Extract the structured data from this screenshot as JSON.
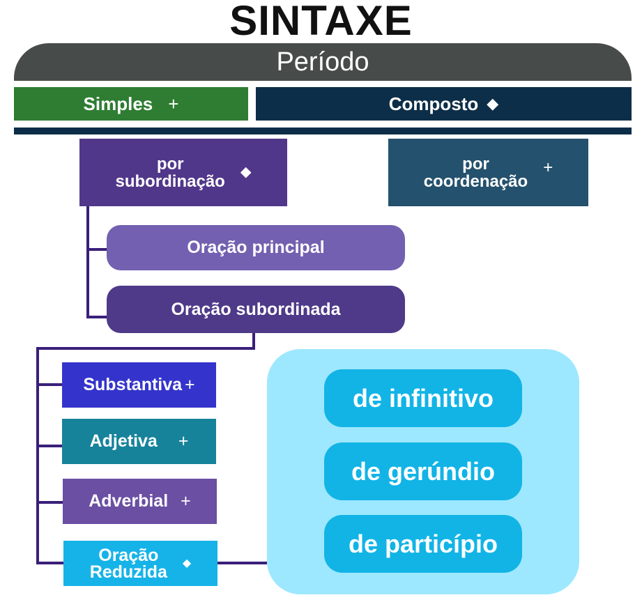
{
  "title": "SINTAXE",
  "root": {
    "label": "Período"
  },
  "branches": {
    "simples": {
      "label": "Simples",
      "icon": "+"
    },
    "composto": {
      "label": "Composto",
      "icon": "◆"
    }
  },
  "composto_children": {
    "subordinacao": {
      "line1": "por",
      "line2": "subordinação",
      "icon": "◆"
    },
    "coordenacao": {
      "line1": "por",
      "line2": "coordenação",
      "icon": "+"
    }
  },
  "oracoes": {
    "principal": "Oração principal",
    "subordinada": "Oração subordinada"
  },
  "subordinada_types": {
    "substantiva": {
      "label": "Substantiva",
      "icon": "+"
    },
    "adjetiva": {
      "label": "Adjetiva",
      "icon": "+"
    },
    "adverbial": {
      "label": "Adverbial",
      "icon": "+"
    },
    "reduzida": {
      "line1": "Oração",
      "line2": "Reduzida",
      "icon": "◆"
    }
  },
  "reduzida_types": [
    "de infinitivo",
    "de gerúndio",
    "de particípio"
  ],
  "colors": {
    "root": "#474b49",
    "simples": "#2e7d32",
    "composto": "#0d2e48",
    "subordinacao": "#51378a",
    "coordenacao": "#24516d",
    "principal": "#7360b0",
    "subordinada": "#4e3a89",
    "substantiva": "#3434cc",
    "adjetiva": "#16839b",
    "adverbial": "#6a4fa3",
    "reduzida": "#16b3e8",
    "panel": "#9de8ff",
    "connector": "#3a1f7a"
  }
}
